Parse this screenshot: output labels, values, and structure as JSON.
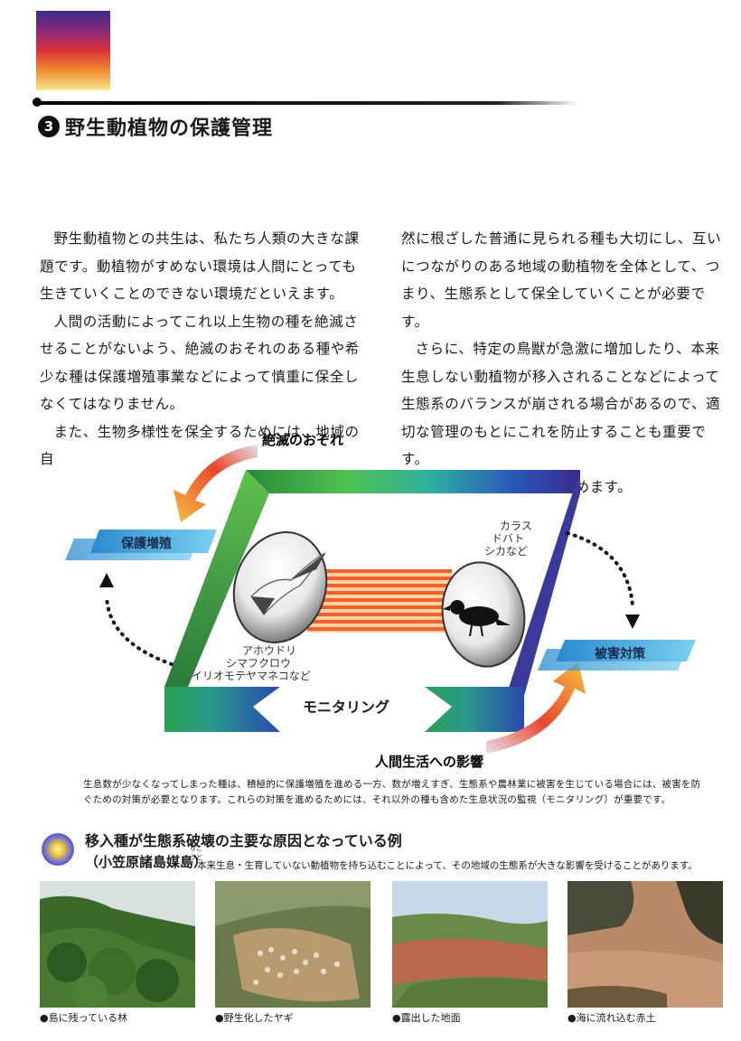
{
  "section": {
    "number": "3",
    "title": "野生動植物の保護管理"
  },
  "body_left": [
    "野生動植物との共生は、私たち人類の大きな課題です。動植物がすめない環境は人間にとっても生きていくことのできない環境だといえます。",
    "人間の活動によってこれ以上生物の種を絶滅させることがないよう、絶滅のおそれのある種や希少な種は保護増殖事業などによって慎重に保全しなくてはなりません。",
    "また、生物多様性を保全するためには、地域の自"
  ],
  "body_right": [
    "然に根ざした普通に見られる種も大切にし、互いにつながりのある地域の動植物を全体として、つまり、生態系として保全していくことが必要です。",
    "さらに、特定の鳥獣が急激に増加したり、本来生息しない動植物が移入されることなどによって生態系のバランスが崩される場合があるので、適切な管理のもとにこれを防止することも重要です。",
    "こうした取組を今後も進めます。"
  ],
  "diagram": {
    "label_extinction": "絶滅のおそれ",
    "label_protection": "保護増殖",
    "label_damage": "被害対策",
    "label_monitoring": "モニタリング",
    "label_human": "人間生活への影響",
    "rare_species": [
      "アホウドリ",
      "シマフクロウ",
      "イリオモテヤマネコなど"
    ],
    "pest_species": [
      "カラス",
      "ドバト",
      "シカなど"
    ]
  },
  "caption": "生息数が少なくなってしまった種は、積極的に保護増殖を進める一方、数が増えすぎ、生態系や農林業に被害を生じている場合には、被害を防ぐための対策が必要となります。これらの対策を進めるためには、それ以外の種も含めた生息状況の監視（モニタリング）が重要です。",
  "example": {
    "title": "移入種が生態系破壊の主要な原因となっている例",
    "subtitle": "（小笠原諸島媒島）",
    "ruby": "なこうど",
    "note": "本来生息・生育していない動植物を持ち込むことによって、その地域の生態系が大きな影響を受けることがあります。",
    "photos": [
      {
        "caption": "●島に残っている林"
      },
      {
        "caption": "●野生化したヤギ"
      },
      {
        "caption": "●露出した地面"
      },
      {
        "caption": "●海に流れ込む赤土"
      }
    ]
  }
}
